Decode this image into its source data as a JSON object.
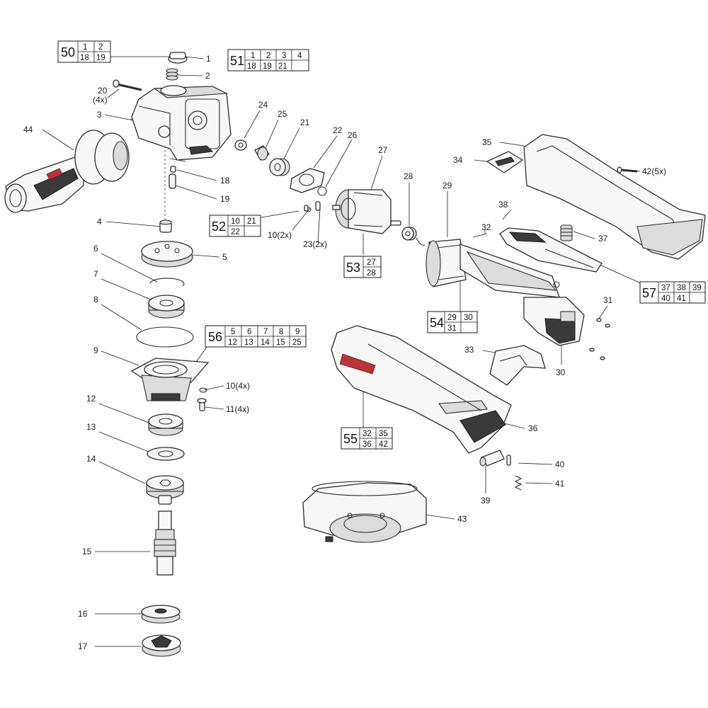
{
  "callouts": [
    {
      "id": "c1",
      "text": "1"
    },
    {
      "id": "c2",
      "text": "2"
    },
    {
      "id": "c20",
      "text": "20"
    },
    {
      "id": "c20q",
      "text": "(4x)"
    },
    {
      "id": "c3",
      "text": "3"
    },
    {
      "id": "c44",
      "text": "44"
    },
    {
      "id": "c18",
      "text": "18"
    },
    {
      "id": "c19",
      "text": "19"
    },
    {
      "id": "c4",
      "text": "4"
    },
    {
      "id": "c5",
      "text": "5"
    },
    {
      "id": "c6",
      "text": "6"
    },
    {
      "id": "c7",
      "text": "7"
    },
    {
      "id": "c8",
      "text": "8"
    },
    {
      "id": "c9",
      "text": "9"
    },
    {
      "id": "c10b",
      "text": "10(4x)"
    },
    {
      "id": "c11",
      "text": "11(4x)"
    },
    {
      "id": "c12",
      "text": "12"
    },
    {
      "id": "c13",
      "text": "13"
    },
    {
      "id": "c14",
      "text": "14"
    },
    {
      "id": "c15",
      "text": "15"
    },
    {
      "id": "c16",
      "text": "16"
    },
    {
      "id": "c17",
      "text": "17"
    },
    {
      "id": "c24",
      "text": "24"
    },
    {
      "id": "c25",
      "text": "25"
    },
    {
      "id": "c21",
      "text": "21"
    },
    {
      "id": "c22",
      "text": "22"
    },
    {
      "id": "c26",
      "text": "26"
    },
    {
      "id": "c27",
      "text": "27"
    },
    {
      "id": "c10a",
      "text": "10(2x)"
    },
    {
      "id": "c23",
      "text": "23(2x)"
    },
    {
      "id": "c28",
      "text": "28"
    },
    {
      "id": "c29",
      "text": "29"
    },
    {
      "id": "c32",
      "text": "32"
    },
    {
      "id": "c38",
      "text": "38"
    },
    {
      "id": "c37",
      "text": "37"
    },
    {
      "id": "c34",
      "text": "34"
    },
    {
      "id": "c35",
      "text": "35"
    },
    {
      "id": "c42",
      "text": "42(5x)"
    },
    {
      "id": "c31",
      "text": "31"
    },
    {
      "id": "c30",
      "text": "30"
    },
    {
      "id": "c33",
      "text": "33"
    },
    {
      "id": "c36",
      "text": "36"
    },
    {
      "id": "c40",
      "text": "40"
    },
    {
      "id": "c41",
      "text": "41"
    },
    {
      "id": "c39",
      "text": "39"
    },
    {
      "id": "c43",
      "text": "43"
    }
  ],
  "kits": [
    {
      "id": "k50",
      "number": "50",
      "rows": [
        [
          "1",
          "2"
        ],
        [
          "18",
          "19"
        ]
      ]
    },
    {
      "id": "k51",
      "number": "51",
      "rows": [
        [
          "1",
          "2",
          "3",
          "4"
        ],
        [
          "18",
          "19",
          "21",
          ""
        ]
      ]
    },
    {
      "id": "k52",
      "number": "52",
      "rows": [
        [
          "10",
          "21"
        ],
        [
          "22",
          ""
        ]
      ]
    },
    {
      "id": "k53",
      "number": "53",
      "rows": [
        [
          "27"
        ],
        [
          "28"
        ]
      ]
    },
    {
      "id": "k54",
      "number": "54",
      "rows": [
        [
          "29",
          "30"
        ],
        [
          "31",
          ""
        ]
      ]
    },
    {
      "id": "k55",
      "number": "55",
      "rows": [
        [
          "32",
          "35"
        ],
        [
          "36",
          "42"
        ]
      ]
    },
    {
      "id": "k56",
      "number": "56",
      "rows": [
        [
          "5",
          "6",
          "7",
          "8",
          "9"
        ],
        [
          "12",
          "13",
          "14",
          "15",
          "25"
        ]
      ]
    },
    {
      "id": "k57",
      "number": "57",
      "rows": [
        [
          "37",
          "38",
          "39"
        ],
        [
          "40",
          "41",
          ""
        ]
      ]
    }
  ],
  "colors": {
    "line": "#1a1a1a",
    "accent_red": "#b8343a",
    "part_fill": "#f7f7f7"
  }
}
